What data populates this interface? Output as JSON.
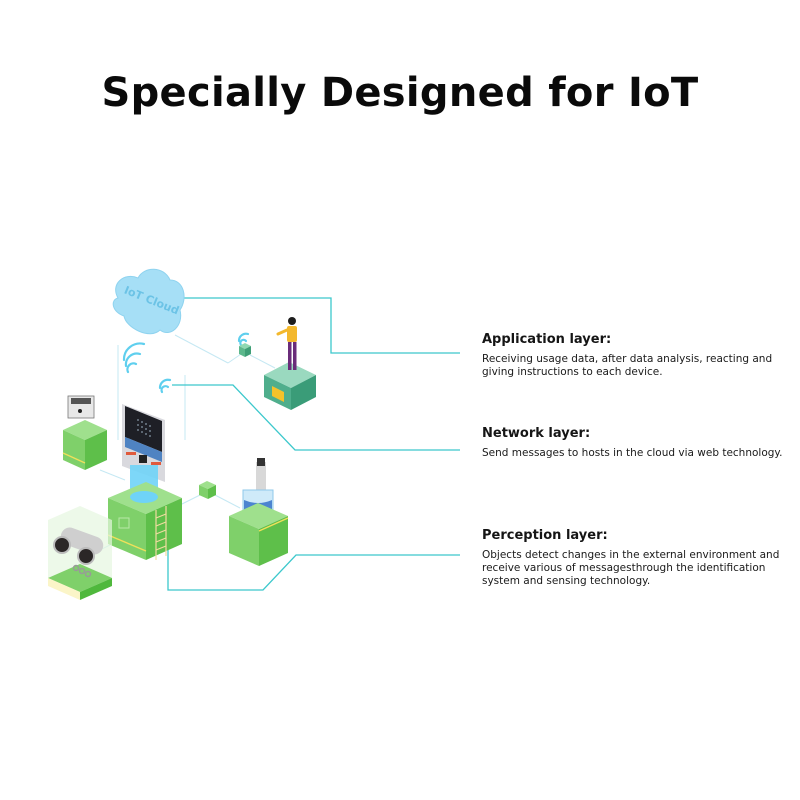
{
  "title": "Specially Designed for IoT",
  "illustration": {
    "cloud_label": "IoT Cloud",
    "connector_color": "#3cc8cc",
    "green_block_color": "#6fcc5b",
    "teal_pedestal_color": "#4fae8c",
    "cloud_color": "#9fdcf5"
  },
  "layers": [
    {
      "heading": "Application layer:",
      "description": "Receiving usage data, after data analysis, reacting and giving instructions to each device."
    },
    {
      "heading": "Network layer:",
      "description": "Send messages to hosts in the cloud via web technology."
    },
    {
      "heading": "Perception layer:",
      "description": "Objects detect changes in the external environment and receive various of messagesthrough the identification system and sensing technology."
    }
  ]
}
